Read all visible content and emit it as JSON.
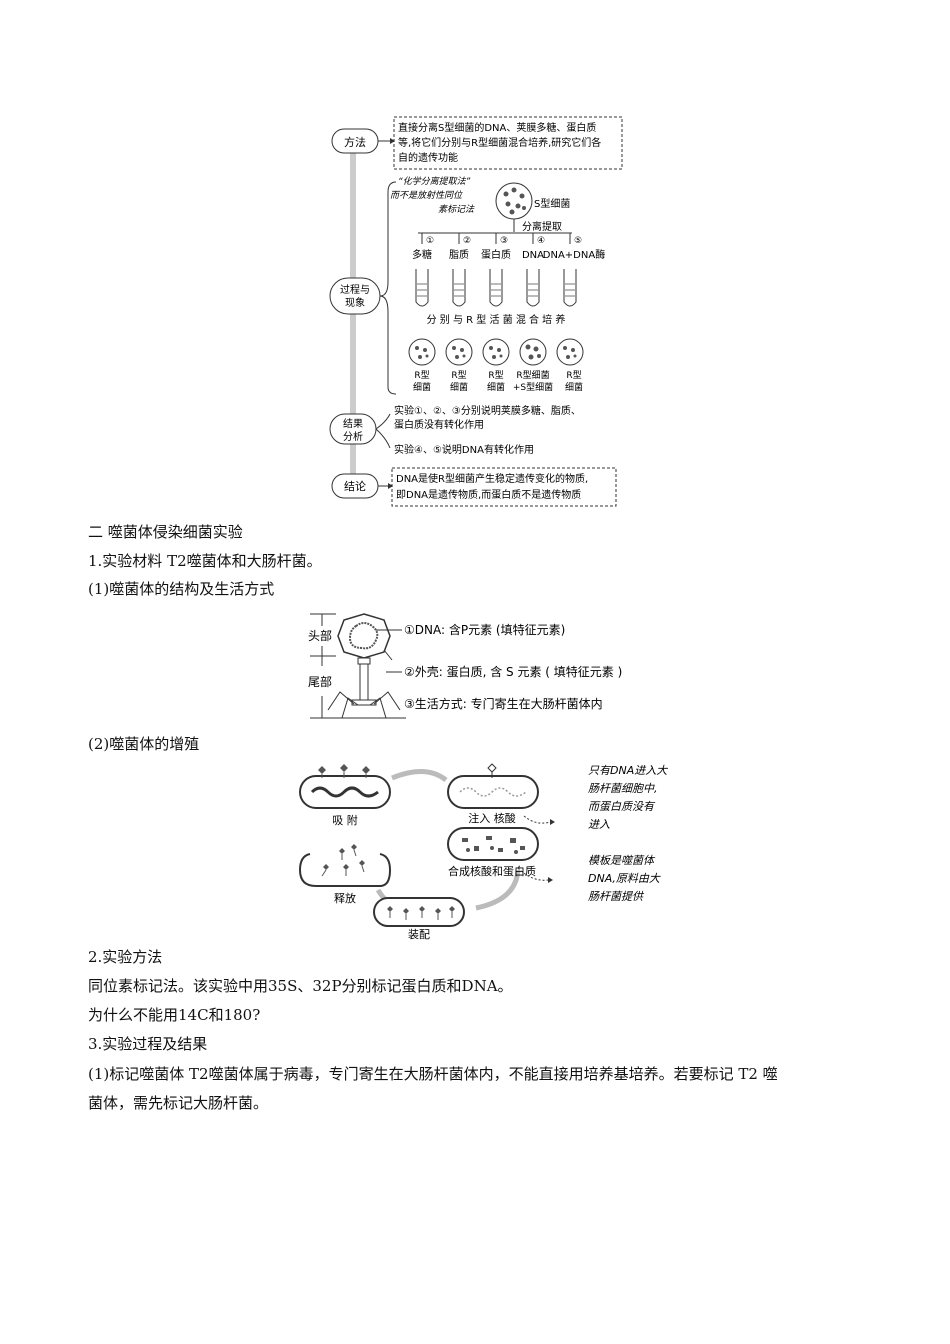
{
  "fig1": {
    "method_label": "方法",
    "method_text": [
      "直接分离S型细菌的DNA、荚膜多糖、蛋白质",
      "等,将它们分别与R型细菌混合培养,研究它们各",
      "自的遗传功能"
    ],
    "process_label": [
      "过程与",
      "现象"
    ],
    "hand_note": [
      "“化学分离提取法”",
      "而不是放射性同位",
      "素标记法"
    ],
    "s_bacteria": "S型细菌",
    "extract": "分离提取",
    "nums": [
      "①",
      "②",
      "③",
      "④",
      "⑤"
    ],
    "components": [
      "多糖",
      "脂质",
      "蛋白质",
      "DNA",
      "DNA+DNA酶"
    ],
    "mix_text": "分 别 与 R 型 活 菌 混 合 培 养",
    "results": [
      [
        "R型",
        "细菌"
      ],
      [
        "R型",
        "细菌"
      ],
      [
        "R型",
        "细菌"
      ],
      [
        "R型细菌",
        "+S型细菌"
      ],
      [
        "R型",
        "细菌"
      ]
    ],
    "analysis_label": [
      "结果",
      "分析"
    ],
    "analysis_1": [
      "实验①、②、③分别说明荚膜多糖、脂质、",
      "蛋白质没有转化作用"
    ],
    "analysis_2": "实验④、⑤说明DNA有转化作用",
    "conclusion_label": "结论",
    "conclusion_text": [
      "DNA是使R型细菌产生稳定遗传变化的物质,",
      "即DNA是遗传物质,而蛋白质不是遗传物质"
    ]
  },
  "section2_title": "二    噬菌体侵染细菌实验",
  "item1": "1.实验材料    T2噬菌体和大肠杆菌。",
  "item1_1": "(1)噬菌体的结构及生活方式",
  "fig2": {
    "head": "头部",
    "tail": "尾部",
    "label1": "①DNA: 含P元素 (填特征元素)",
    "label2": "②外壳: 蛋白质, 含 S 元素 ( 填特征元素 )",
    "label3": "③生活方式: 专门寄生在大肠杆菌体内"
  },
  "item1_2": "(2)噬菌体的增殖",
  "fig3": {
    "adsorb": "吸 附",
    "inject": "注入 核酸",
    "synth": "合成核酸和蛋白质",
    "release": "释放",
    "assemble": "装配",
    "note1": [
      "只有DNA进入大",
      "肠杆菌细胞中,",
      "而蛋白质没有",
      "进入"
    ],
    "note2": [
      "模板是噬菌体",
      "DNA,原料由大",
      "肠杆菌提供"
    ]
  },
  "item2": "2.实验方法",
  "item2_text": "同位素标记法。该实验中用35S、32P分别标记蛋白质和DNA。",
  "item2_q": "为什么不能用14C和180?",
  "item3": "3.实验过程及结果",
  "item3_1a": "(1)标记噬菌体    T2噬菌体属于病毒，专门寄生在大肠杆菌体内，不能直接用培养基培养。若要标记 T2 噬",
  "item3_1b": "菌体，需先标记大肠杆菌。"
}
